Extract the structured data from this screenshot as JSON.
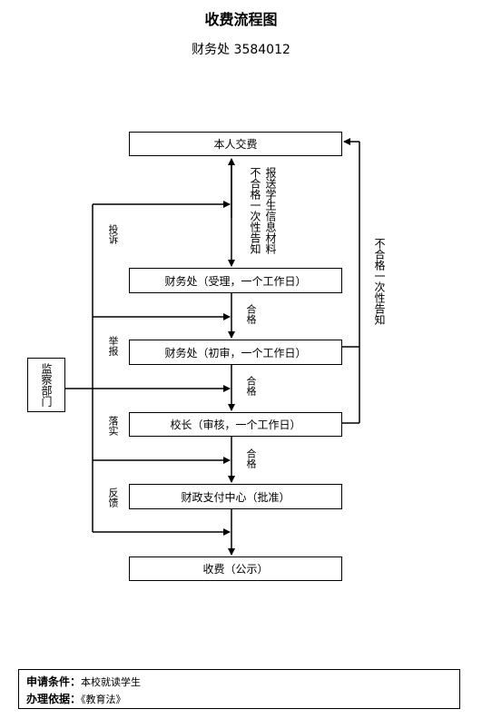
{
  "header": {
    "title": "收费流程图",
    "subtitle": "财务处  3584012"
  },
  "boxes": {
    "start": "本人交费",
    "step1": "财务处（受理，一个工作日）",
    "step2": "财务处（初审，一个工作日）",
    "step3": "校长（审核，一个工作日）",
    "step4": "财政支付中心（批准）",
    "end": "收费（公示）",
    "monitor": "监察部门"
  },
  "labels": {
    "send_materials": "报送学生信息材料",
    "fail_notice_left": "不合格一次性告知",
    "fail_notice_right": "不合格一次性告知",
    "pass1": "合格",
    "pass2": "合格",
    "pass3": "合格",
    "complaint": "投诉",
    "report": "举报",
    "implement": "落实",
    "feedback": "反馈"
  },
  "footer": {
    "condition_label": "申请条件：",
    "condition_value": "本校就读学生",
    "basis_label": "办理依据：",
    "basis_value": "《教育法》"
  }
}
